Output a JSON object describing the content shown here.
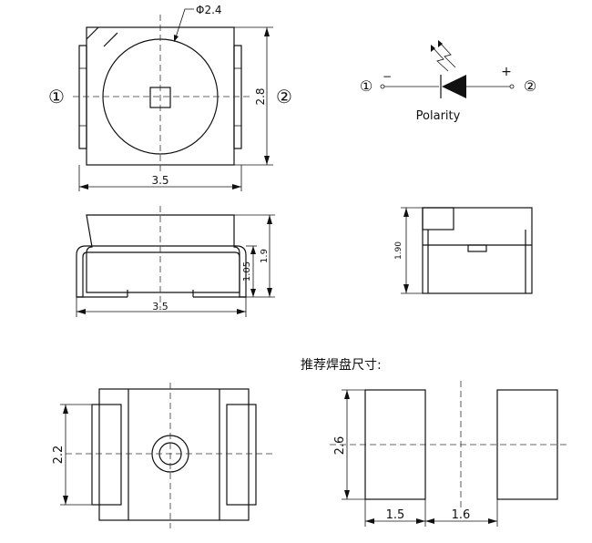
{
  "colors": {
    "line": "#111111",
    "background": "#ffffff"
  },
  "top_view": {
    "diameter_label": "Φ2.4",
    "width_label": "3.5",
    "height_label": "2.8",
    "pin1_label": "①",
    "pin2_label": "②"
  },
  "polarity": {
    "pin1_label": "①",
    "pin2_label": "②",
    "minus_sign": "−",
    "plus_sign": "+",
    "caption": "Polarity"
  },
  "side_view": {
    "width_label": "3.5",
    "height_label": "1.9",
    "lead_height_label": "1.05"
  },
  "end_view": {
    "height_label": "1.90"
  },
  "bottom_view": {
    "pad_height_label": "2.2"
  },
  "solder_pads": {
    "title": "推荐焊盘尺寸:",
    "pad_height_label": "2.6",
    "pad_width_label": "1.5",
    "gap_label": "1.6"
  }
}
